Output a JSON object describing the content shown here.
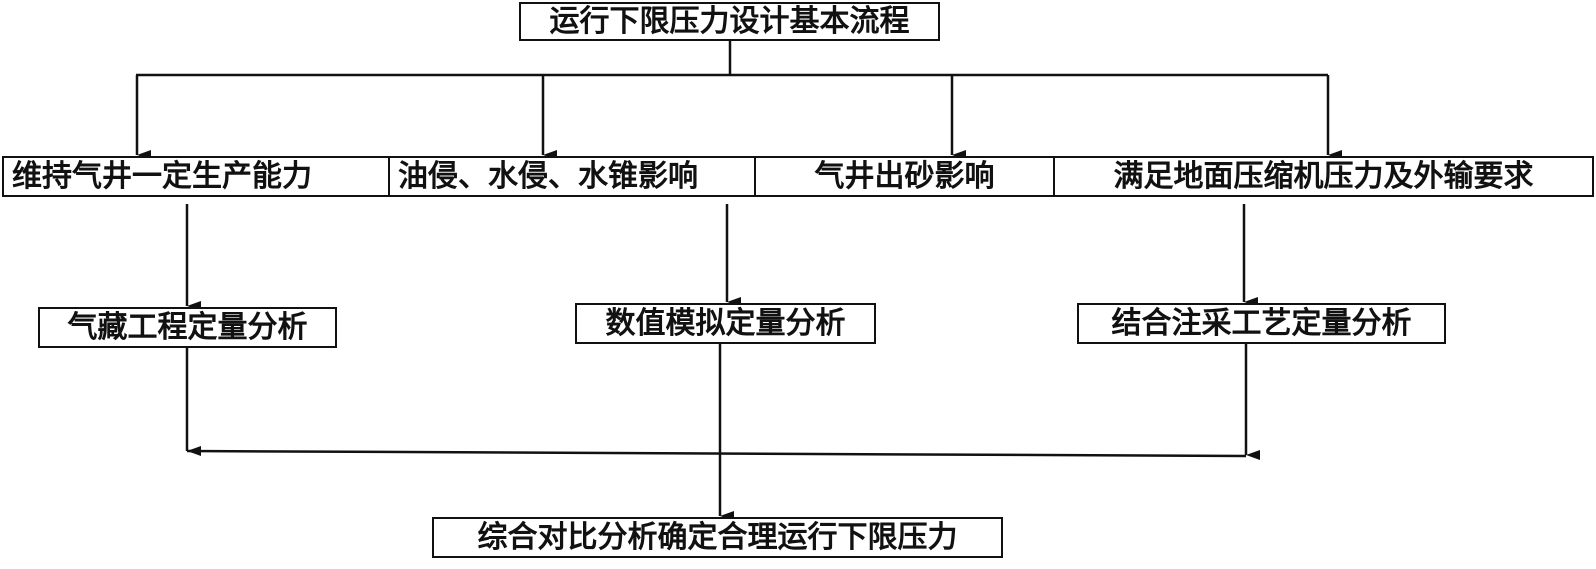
{
  "title": "运行下限压力设计基本流程",
  "factors": [
    "维持气井一定生产能力",
    "油侵、水侵、水锥影响",
    "气井出砂影响",
    "满足地面压缩机压力及外输要求"
  ],
  "analyses": [
    "气藏工程定量分析",
    "数值模拟定量分析",
    "结合注采工艺定量分析"
  ],
  "conclusion": "综合对比分析确定合理运行下限压力"
}
